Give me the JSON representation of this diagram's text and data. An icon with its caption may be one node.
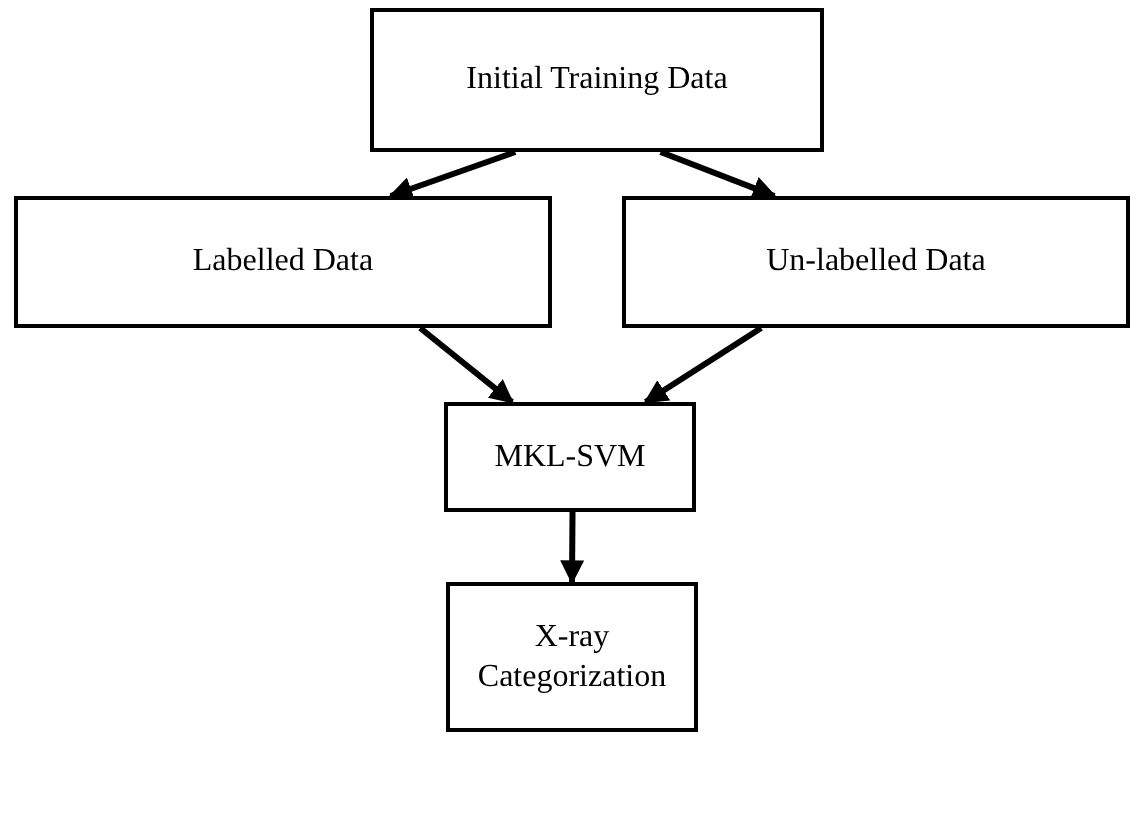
{
  "diagram": {
    "nodes": [
      {
        "text": [
          "Initial Training Data"
        ]
      },
      {
        "text": [
          "Labelled Data"
        ]
      },
      {
        "text": [
          "Un-labelled Data"
        ]
      },
      {
        "text": [
          "MKL-SVM"
        ]
      },
      {
        "text": [
          "X-ray Categorization"
        ]
      }
    ],
    "edges": [
      {
        "from": 0,
        "to": 1,
        "arrow": "to"
      },
      {
        "from": 0,
        "to": 2,
        "arrow": "to"
      },
      {
        "from": 1,
        "to": 3,
        "arrow": "to"
      },
      {
        "from": 2,
        "to": 3,
        "arrow": "to"
      },
      {
        "from": 3,
        "to": 4,
        "arrow": "to"
      }
    ]
  }
}
